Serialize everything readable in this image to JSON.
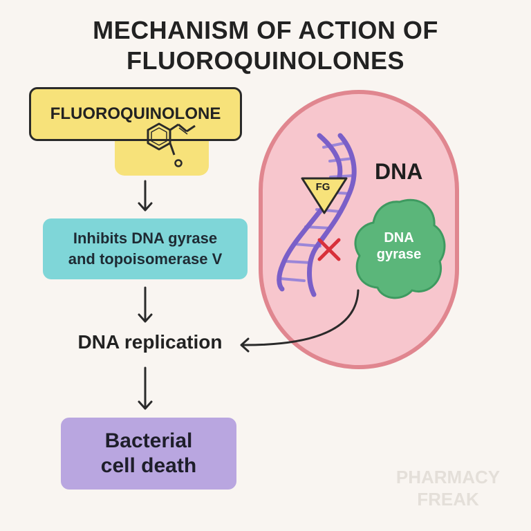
{
  "title": {
    "line1": "MECHANISM OF ACTION OF",
    "line2": "FLUOROQUINOLONES"
  },
  "drug_box": {
    "label": "FLUOROQUINOLONE",
    "icon": "chemical-structure-icon",
    "color": "#f7e27a"
  },
  "inhibit_box": {
    "line1": "Inhibits DNA gyrase",
    "line2": "and topoisomerase V",
    "color": "#7fd6d8"
  },
  "replication": {
    "label": "DNA replication"
  },
  "death_box": {
    "line1": "Bacterial",
    "line2": "cell death",
    "color": "#b9a6e0"
  },
  "bacterium": {
    "dna_label": "DNA",
    "marker_label": "FG",
    "enzyme_line1": "DNA",
    "enzyme_line2": "gyrase",
    "enzyme_color": "#5bb67a",
    "cell_color": "#f7c6cd",
    "helix_color": "#7a5fc8",
    "block_icon": "x-mark-icon"
  },
  "watermark": {
    "line1": "PHARMACY",
    "line2": "FREAK"
  }
}
